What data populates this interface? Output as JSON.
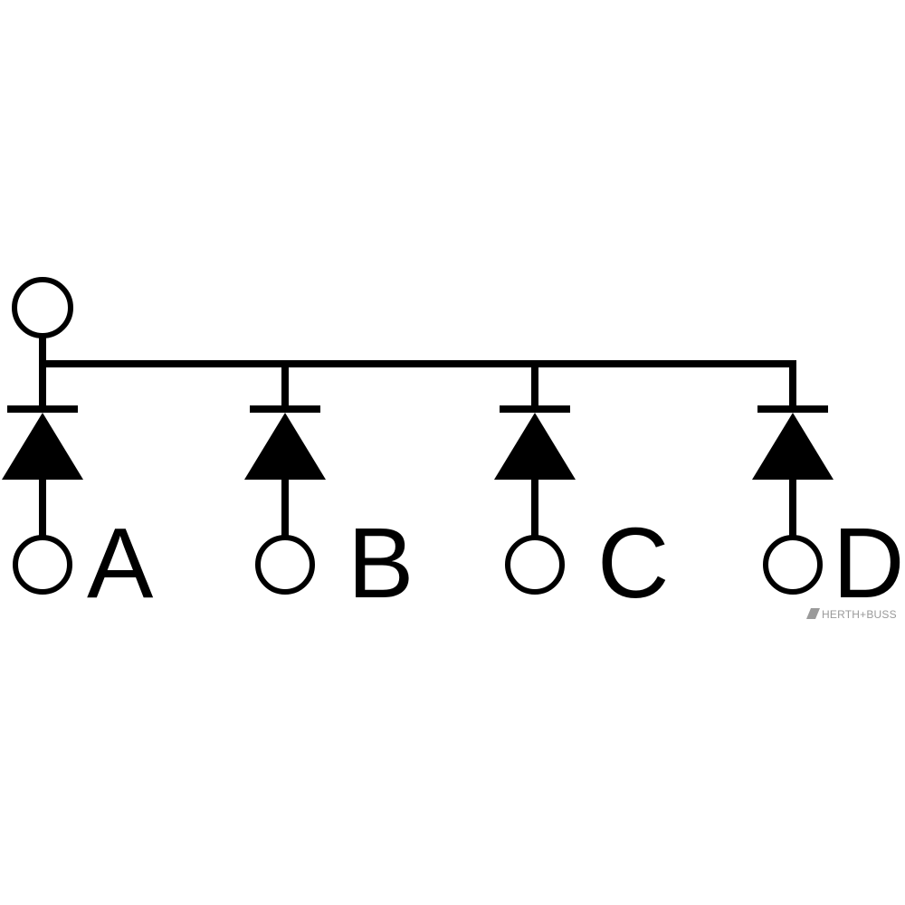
{
  "diagram": {
    "terminals": [
      {
        "label": "A"
      },
      {
        "label": "B"
      },
      {
        "label": "C"
      },
      {
        "label": "D"
      }
    ],
    "watermark": "HERTH+BUSS"
  },
  "colors": {
    "stroke": "#000000",
    "background": "#ffffff",
    "watermark": "#9a9a9a"
  }
}
